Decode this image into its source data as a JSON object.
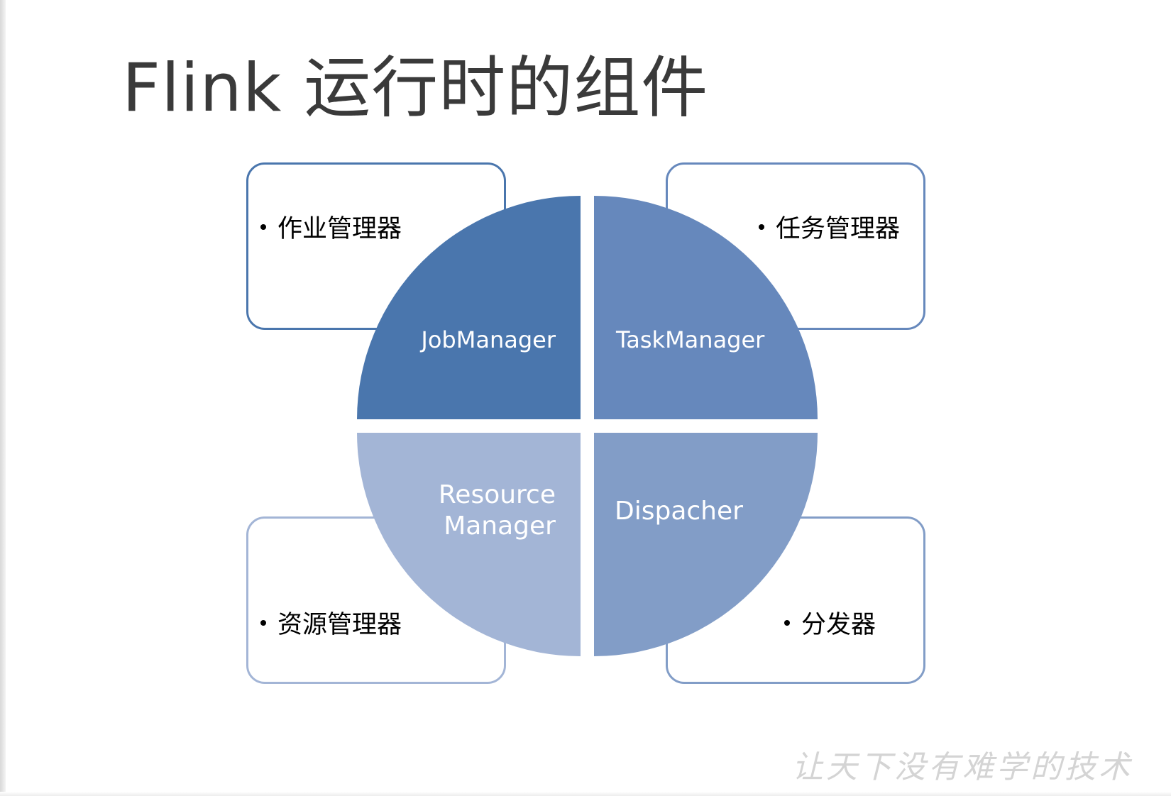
{
  "slide": {
    "title": "Flink 运行时的组件",
    "watermark": "让天下没有难学的技术"
  },
  "components": [
    {
      "id": "jm",
      "label": "JobManager",
      "bullet": "作业管理器",
      "color": "#4a76ad"
    },
    {
      "id": "tm",
      "label": "TaskManager",
      "bullet": "任务管理器",
      "color": "#6688bc"
    },
    {
      "id": "rm",
      "label_line1": "Resource",
      "label_line2": "Manager",
      "bullet": "资源管理器",
      "color": "#a3b5d6"
    },
    {
      "id": "dp",
      "label": "Dispacher",
      "bullet": "分发器",
      "color": "#829dc7"
    }
  ]
}
